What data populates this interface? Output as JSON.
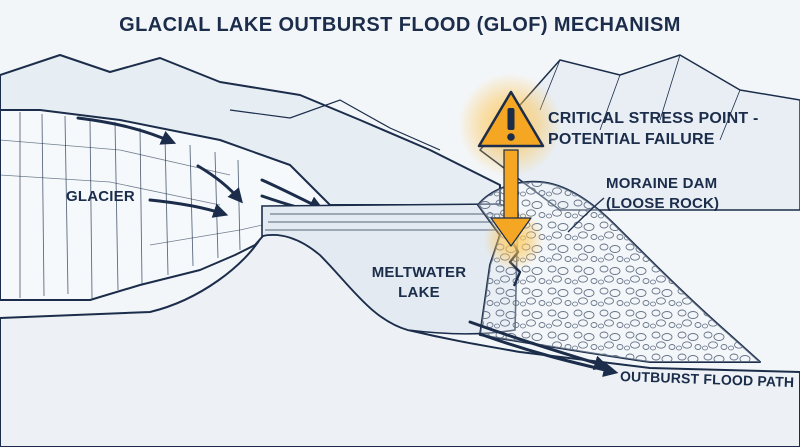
{
  "title": "GLACIAL LAKE OUTBURST FLOOD (GLOF) MECHANISM",
  "labels": {
    "glacier": "GLACIER",
    "meltwater_lake": [
      "MELTWATER",
      "LAKE"
    ],
    "critical_stress": [
      "CRITICAL STRESS POINT -",
      "POTENTIAL FAILURE"
    ],
    "moraine_dam": [
      "MORAINE DAM",
      "(LOOSE ROCK)"
    ],
    "flood_path": "OUTBURST FLOOD PATH"
  },
  "icons": {
    "warning": "warning-triangle-icon"
  },
  "colors": {
    "ink": "#1b2d4a",
    "warning": "#f5a623",
    "glow": "#ffd36b",
    "background": "#f3f6f9",
    "water": "#e3eaf1"
  }
}
